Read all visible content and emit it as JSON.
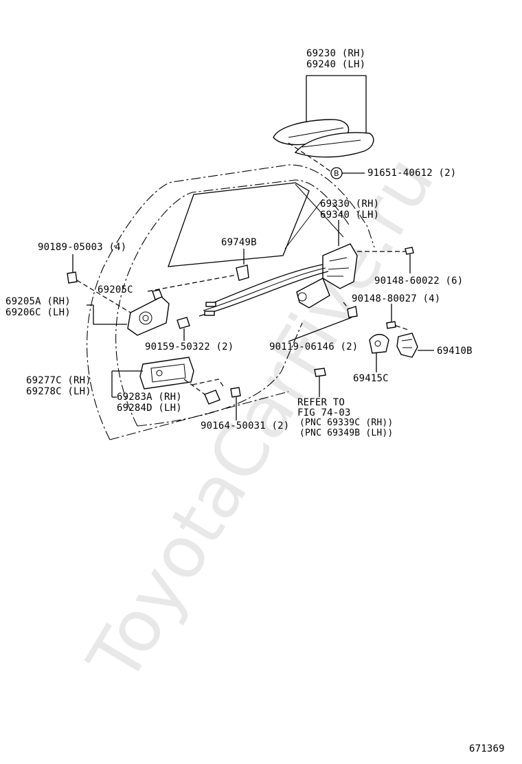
{
  "watermark": "ToyotaCarFive.ru",
  "figure_number": "671369",
  "circle_marker": "B",
  "labels": {
    "p69230": "69230 (RH)",
    "p69240": "69240 (LH)",
    "p91651": "91651-40612 (2)",
    "p69330": "69330 (RH)",
    "p69340": "69340 (LH)",
    "p69749": "69749B",
    "p90189": "90189-05003 (4)",
    "p90148_60022": "90148-60022 (6)",
    "p69205c": "69205C",
    "p69205a": "69205A (RH)",
    "p69206c": "69206C (LH)",
    "p90148_80027": "90148-80027 (4)",
    "p90159": "90159-50322 (2)",
    "p90119": "90119-06146 (2)",
    "p69410b": "69410B",
    "p69415c": "69415C",
    "p69277c": "69277C (RH)",
    "p69278c": "69278C (LH)",
    "p69283a": "69283A (RH)",
    "p69284d": "69284D (LH)",
    "refer1": "REFER TO",
    "refer2": "FIG 74-03",
    "refer3": "(PNC 69339C (RH))",
    "refer4": "(PNC 69349B (LH))",
    "p90164": "90164-50031 (2)"
  }
}
